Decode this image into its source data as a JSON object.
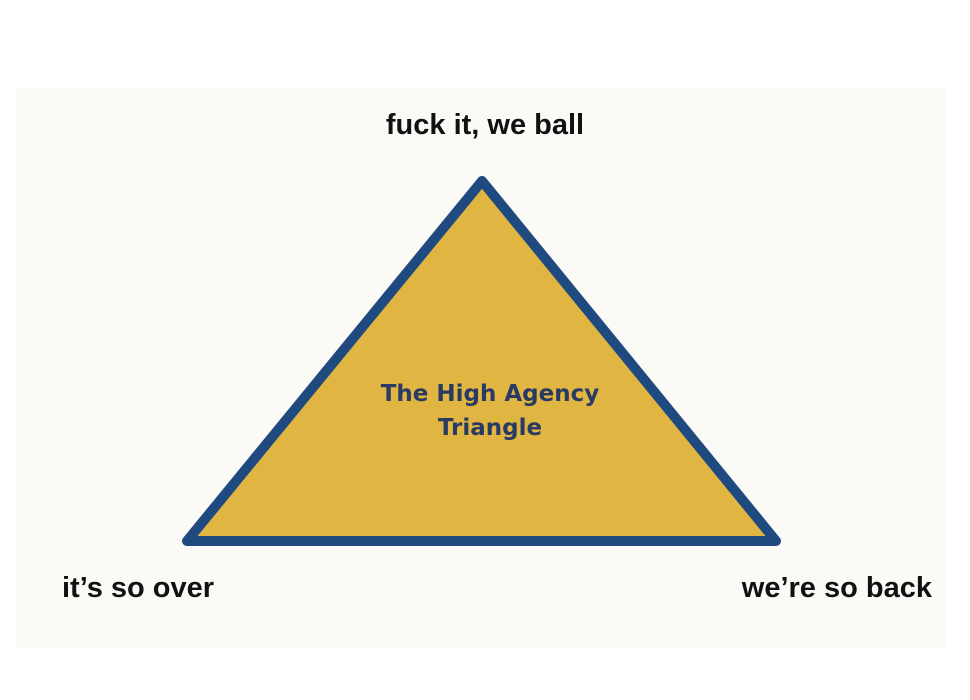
{
  "diagram": {
    "top_label": "fuck it, we ball",
    "bottom_left_label": "it’s so over",
    "bottom_right_label": "we’re so back",
    "center_title_line1": "The High Agency",
    "center_title_line2": "Triangle"
  },
  "colors": {
    "triangle_fill": "#e1b542",
    "triangle_stroke": "#1f4a80",
    "center_text": "#2a3b63",
    "label_text": "#111111",
    "panel_background": "#fbfaf7"
  }
}
